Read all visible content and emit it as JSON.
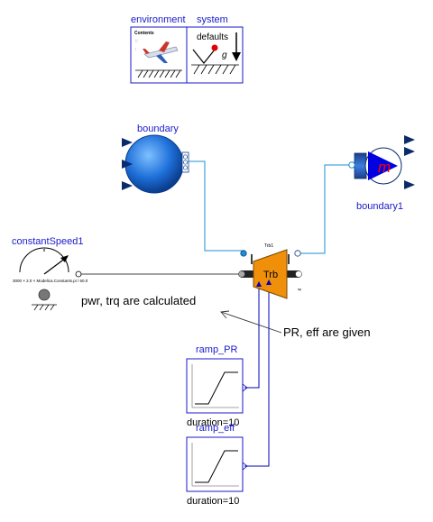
{
  "top_blocks": {
    "environment": {
      "name": "environment",
      "inner_text": "Contents"
    },
    "system": {
      "name": "system",
      "inner_text": "defaults",
      "g_symbol": "g"
    }
  },
  "boundary": {
    "name": "boundary"
  },
  "boundary1": {
    "name": "boundary1",
    "symbol": "m"
  },
  "constant_speed": {
    "name": "constantSpeed1",
    "param_text": "3000 × 2.0 × Modelica.Constants.pi / 60.0"
  },
  "turbine": {
    "name": "Trb1",
    "label": "Trb",
    "port_label": "sp"
  },
  "annotations": {
    "calculated": "pwr, trq are calculated",
    "given": "PR, eff are given"
  },
  "ramp_pr": {
    "name": "ramp_PR",
    "param": "duration=10"
  },
  "ramp_eff": {
    "name": "ramp_eff",
    "param": "duration=10"
  },
  "colors": {
    "label": "#1a1acc",
    "fluid_line": "#1e90d0",
    "signal_line": "#0000bb",
    "turbine_fill": "#f0900a",
    "boundary_fill": "#1e6fd9"
  }
}
